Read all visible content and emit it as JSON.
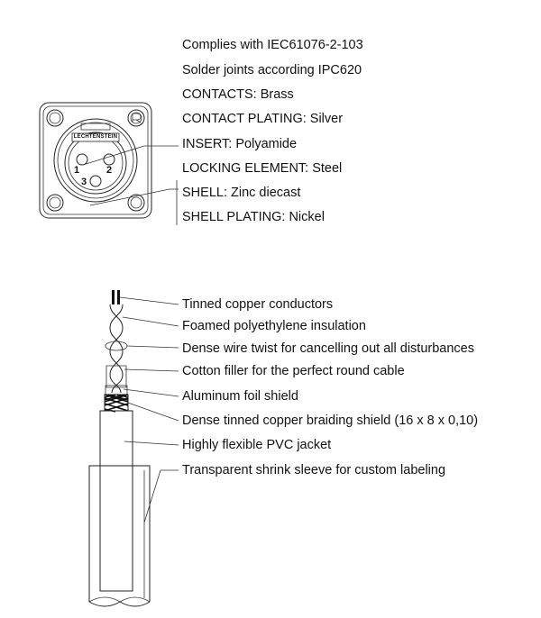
{
  "connector": {
    "brand_text": "LECHTENSTEIN",
    "pin_labels": [
      "1",
      "2",
      "3"
    ],
    "specs": [
      "Complies with IEC61076-2-103",
      "Solder joints according IPC620",
      "CONTACTS: Brass",
      "CONTACT PLATING: Silver",
      "INSERT: Polyamide",
      "LOCKING ELEMENT: Steel",
      "SHELL: Zinc diecast",
      "SHELL PLATING: Nickel"
    ]
  },
  "cable": {
    "layers": [
      "Tinned copper conductors",
      "Foamed polyethylene insulation",
      "Dense wire twist for cancelling out all disturbances",
      "Cotton filler for the perfect round cable",
      "Aluminum foil shield",
      "Dense tinned copper braiding shield (16 x 8 x 0,10)",
      "Highly flexible PVC jacket",
      "Transparent shrink sleeve for custom labeling"
    ]
  },
  "colors": {
    "line": "#222222",
    "background": "#ffffff"
  }
}
